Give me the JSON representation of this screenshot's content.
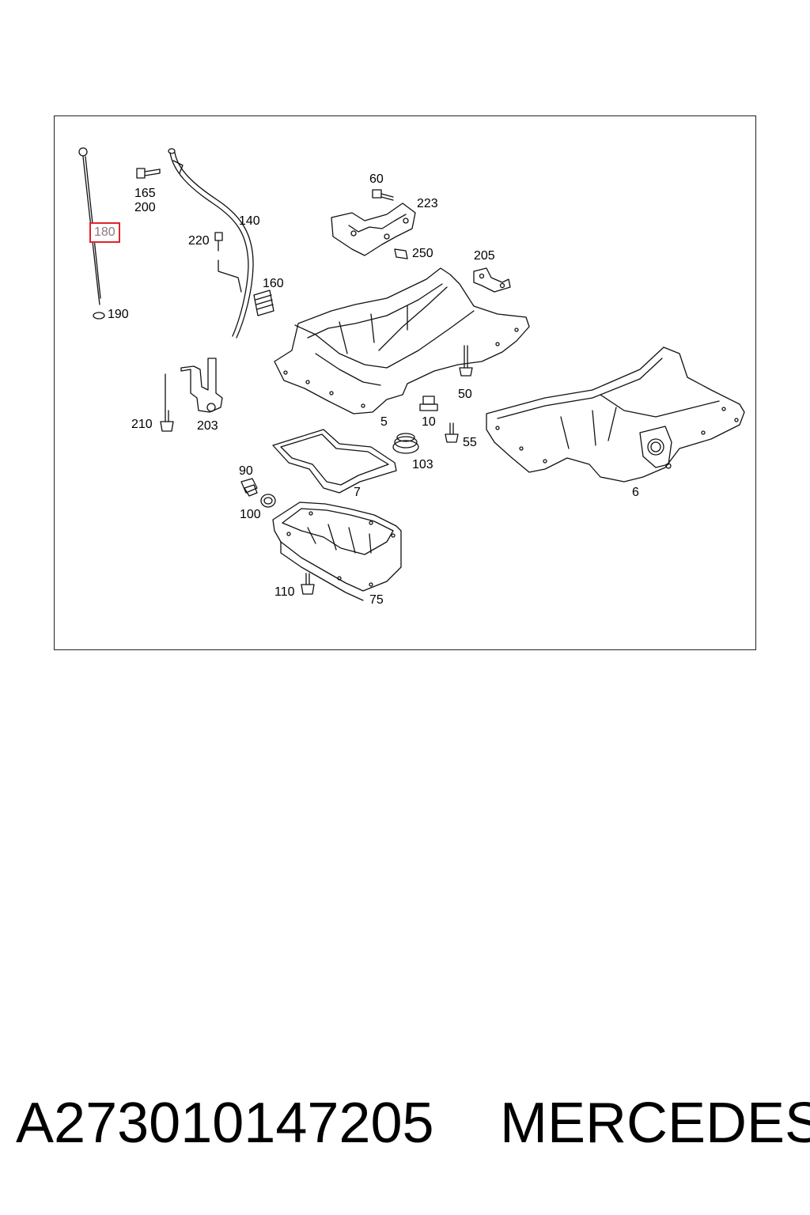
{
  "diagram": {
    "callouts": [
      {
        "id": "c-180",
        "text": "180",
        "highlighted": true
      },
      {
        "id": "c-190",
        "text": "190"
      },
      {
        "id": "c-165",
        "text": "165"
      },
      {
        "id": "c-200",
        "text": "200"
      },
      {
        "id": "c-140",
        "text": "140"
      },
      {
        "id": "c-220",
        "text": "220"
      },
      {
        "id": "c-160",
        "text": "160"
      },
      {
        "id": "c-60",
        "text": "60"
      },
      {
        "id": "c-223",
        "text": "223"
      },
      {
        "id": "c-250",
        "text": "250"
      },
      {
        "id": "c-205",
        "text": "205"
      },
      {
        "id": "c-50",
        "text": "50"
      },
      {
        "id": "c-5",
        "text": "5"
      },
      {
        "id": "c-10",
        "text": "10"
      },
      {
        "id": "c-55",
        "text": "55"
      },
      {
        "id": "c-210",
        "text": "210"
      },
      {
        "id": "c-203",
        "text": "203"
      },
      {
        "id": "c-103",
        "text": "103"
      },
      {
        "id": "c-7",
        "text": "7"
      },
      {
        "id": "c-90",
        "text": "90"
      },
      {
        "id": "c-100",
        "text": "100"
      },
      {
        "id": "c-6",
        "text": "6"
      },
      {
        "id": "c-110",
        "text": "110"
      },
      {
        "id": "c-75",
        "text": "75"
      }
    ],
    "highlight_color": "#e0242c"
  },
  "footer": {
    "part_number": "A273010147205",
    "brand": "MERCEDES"
  }
}
